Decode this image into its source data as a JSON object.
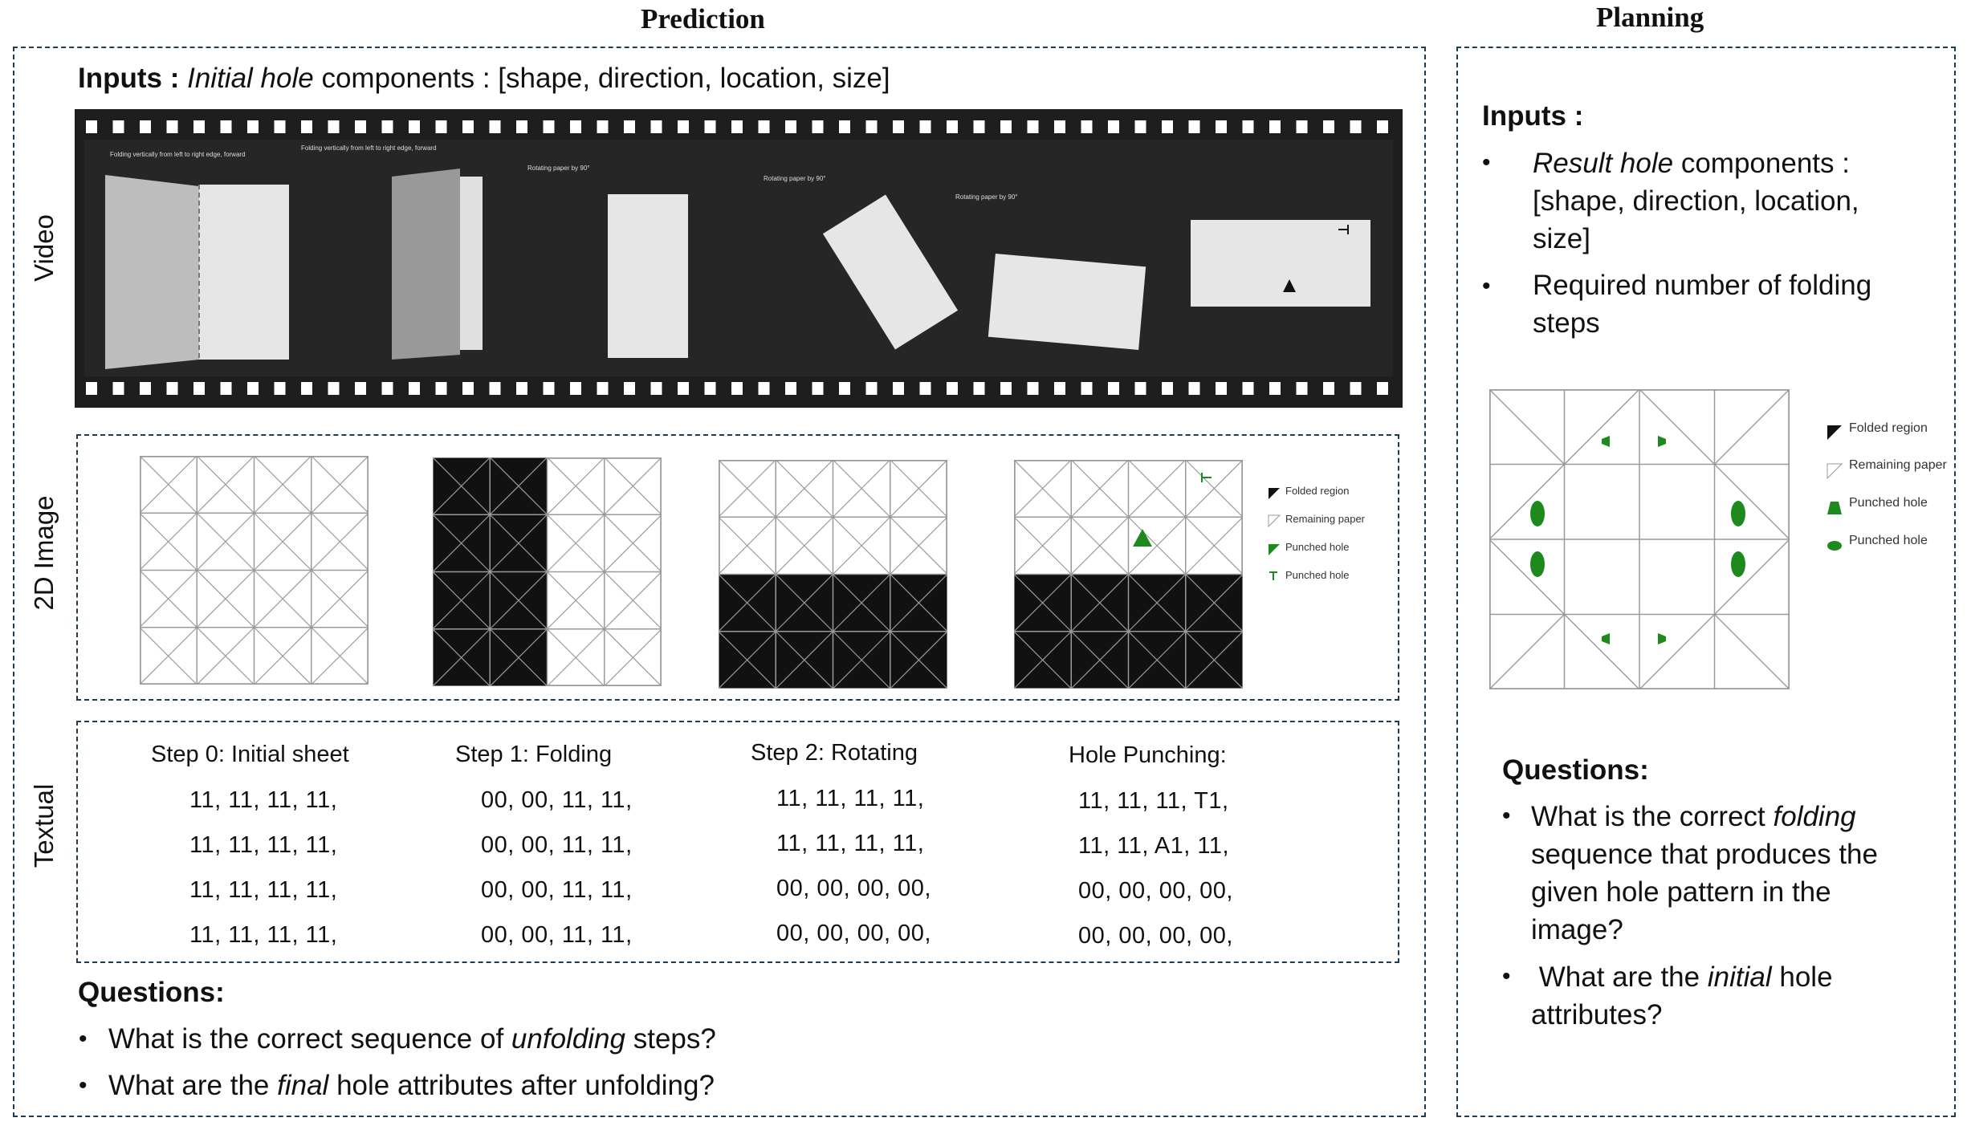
{
  "prediction": {
    "title": "Prediction",
    "inputs_label": "Inputs :",
    "inputs_italic": "Initial hole",
    "inputs_rest": "components : [shape, direction, location, size]",
    "row_labels": {
      "video": "Video",
      "image": "2D Image",
      "textual": "Textual"
    },
    "video_captions": [
      "Folding vertically from left to right edge, forward",
      "Folding vertically from left to right edge, forward",
      "Rotating paper by 90°",
      "Rotating paper by 90°",
      "Rotating paper by 90°"
    ],
    "legend": [
      "Folded region",
      "Remaining paper",
      "Punched hole",
      "Punched hole"
    ],
    "textual_steps": [
      {
        "header": "Step 0: Initial sheet",
        "rows": [
          "11, 11, 11, 11,",
          "11, 11, 11, 11,",
          "11, 11, 11, 11,",
          "11, 11, 11, 11,"
        ]
      },
      {
        "header": "Step 1: Folding",
        "rows": [
          "00, 00, 11, 11,",
          "00, 00, 11, 11,",
          "00, 00, 11, 11,",
          "00, 00, 11, 11,"
        ]
      },
      {
        "header": "Step 2: Rotating",
        "rows": [
          "11, 11, 11, 11,",
          "11, 11, 11, 11,",
          "00, 00, 00, 00,",
          "00, 00, 00, 00,"
        ]
      },
      {
        "header": "Hole Punching:",
        "rows": [
          "11, 11, 11, T1,",
          "11, 11, A1, 11,",
          "00, 00, 00, 00,",
          "00, 00, 00, 00,"
        ]
      }
    ],
    "questions_label": "Questions:",
    "q1_pre": "What is the correct sequence of",
    "q1_it": "unfolding",
    "q1_post": "steps?",
    "q2_pre": "What are the",
    "q2_it": "final",
    "q2_post": "hole attributes after unfolding?"
  },
  "planning": {
    "title": "Planning",
    "inputs_label": "Inputs :",
    "b1_it": "Result hole",
    "b1_l1": "components :",
    "b1_l2": "[shape, direction, location,",
    "b1_l3": "size]",
    "b2_l1": "Required number of folding",
    "b2_l2": "steps",
    "legend": [
      "Folded region",
      "Remaining paper",
      "Punched hole",
      "Punched hole"
    ],
    "questions_label": "Questions:",
    "q1_l1_pre": "What is the correct",
    "q1_l1_it": "folding",
    "q1_l2": "sequence that produces the",
    "q1_l3": "given hole pattern in the",
    "q1_l4": "image?",
    "q2_pre": "What are the",
    "q2_it": "initial",
    "q2_post": "hole",
    "q2_l2": "attributes?"
  },
  "colors": {
    "border": "#1f3b4d",
    "hole": "#1e8a1e",
    "folded": "#111111",
    "film": "#1e1e1e"
  }
}
